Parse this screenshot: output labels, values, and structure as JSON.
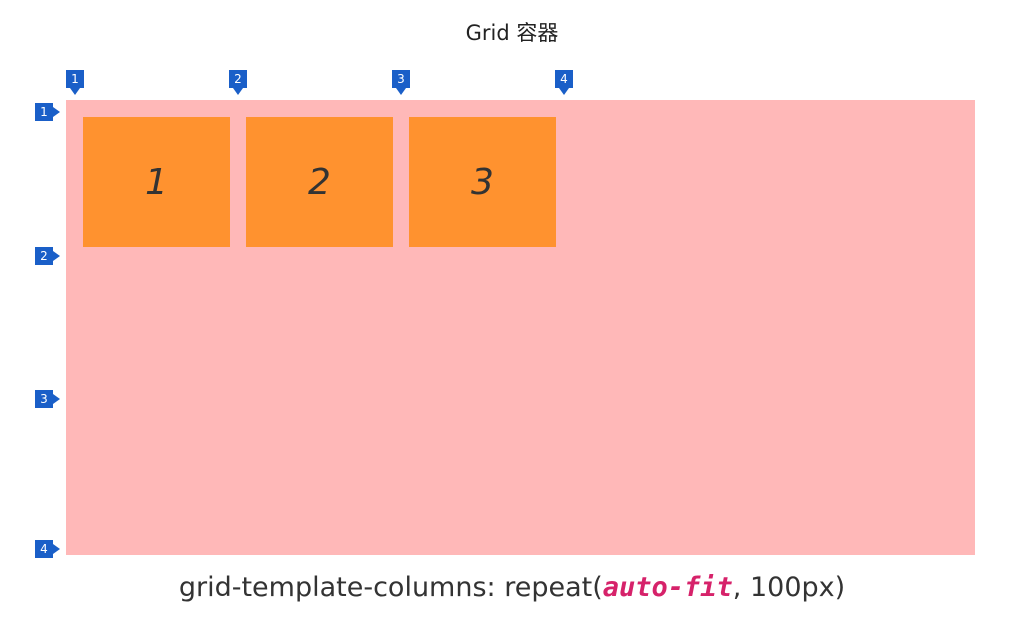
{
  "title": "Grid 容器",
  "items": [
    {
      "label": "1"
    },
    {
      "label": "2"
    },
    {
      "label": "3"
    }
  ],
  "column_lines": [
    "1",
    "2",
    "3",
    "4"
  ],
  "row_lines": [
    "1",
    "2",
    "3",
    "4"
  ],
  "caption": {
    "prefix": "grid-template-columns: repeat(",
    "keyword": "auto-fit",
    "suffix": ", 100px)"
  },
  "colors": {
    "container": "#ffb8b8",
    "item": "#ff922f",
    "marker": "#1a5fc8",
    "keyword": "#d6226a"
  }
}
